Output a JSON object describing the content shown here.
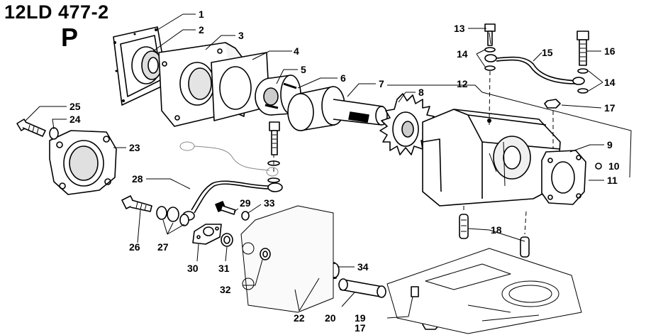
{
  "header": {
    "model": "12LD 477-2",
    "section": "P"
  },
  "parts": [
    {
      "id": "1",
      "text": "1"
    },
    {
      "id": "2",
      "text": "2"
    },
    {
      "id": "3",
      "text": "3"
    },
    {
      "id": "4",
      "text": "4"
    },
    {
      "id": "5",
      "text": "5"
    },
    {
      "id": "6",
      "text": "6"
    },
    {
      "id": "7",
      "text": "7"
    },
    {
      "id": "8",
      "text": "8"
    },
    {
      "id": "9",
      "text": "9"
    },
    {
      "id": "10",
      "text": "10"
    },
    {
      "id": "11",
      "text": "11"
    },
    {
      "id": "12",
      "text": "12"
    },
    {
      "id": "13",
      "text": "13"
    },
    {
      "id": "14a",
      "text": "14"
    },
    {
      "id": "14b",
      "text": "14"
    },
    {
      "id": "15",
      "text": "15"
    },
    {
      "id": "16",
      "text": "16"
    },
    {
      "id": "17a",
      "text": "17"
    },
    {
      "id": "17b",
      "text": "17"
    },
    {
      "id": "18",
      "text": "18"
    },
    {
      "id": "19",
      "text": "19"
    },
    {
      "id": "20",
      "text": "20"
    },
    {
      "id": "22",
      "text": "22"
    },
    {
      "id": "23",
      "text": "23"
    },
    {
      "id": "24",
      "text": "24"
    },
    {
      "id": "25",
      "text": "25"
    },
    {
      "id": "26",
      "text": "26"
    },
    {
      "id": "27",
      "text": "27"
    },
    {
      "id": "28",
      "text": "28"
    },
    {
      "id": "29",
      "text": "29"
    },
    {
      "id": "30",
      "text": "30"
    },
    {
      "id": "31",
      "text": "31"
    },
    {
      "id": "32",
      "text": "32"
    },
    {
      "id": "33",
      "text": "33"
    },
    {
      "id": "34",
      "text": "34"
    }
  ]
}
